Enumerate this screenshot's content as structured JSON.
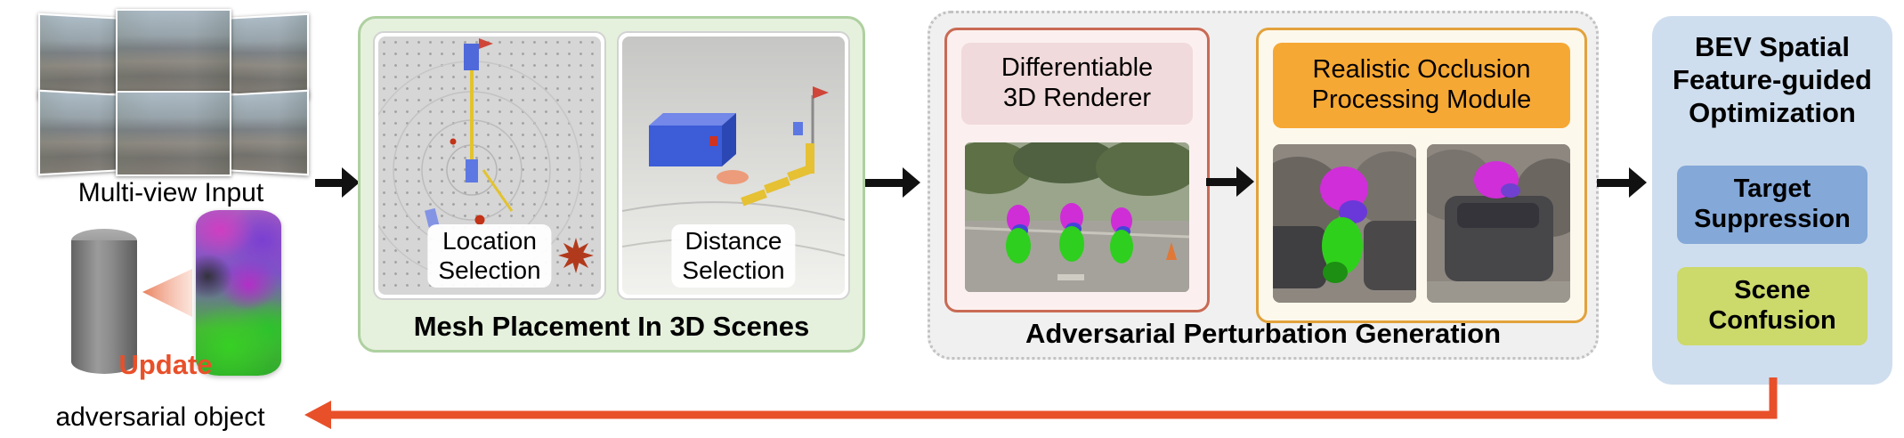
{
  "figure": {
    "multiview_label": "Multi-view Input",
    "update_label": "Update",
    "adversarial_caption": "adversarial object"
  },
  "mesh_placement": {
    "title": "Mesh Placement In 3D Scenes",
    "location_label": "Location\nSelection",
    "distance_label": "Distance\nSelection"
  },
  "perturbation": {
    "title": "Adversarial Perturbation Generation",
    "renderer_label": "Differentiable\n3D Renderer",
    "occlusion_label": "Realistic Occlusion\nProcessing Module"
  },
  "bev": {
    "title": "BEV Spatial\nFeature-guided\nOptimization",
    "target_label": "Target\nSuppression",
    "scene_label": "Scene\nConfusion"
  },
  "colors": {
    "accent": "#e8502a",
    "arrow_color": "#111111",
    "green_box_bg": "#e5f1dd",
    "green_box_border": "#aed0a0",
    "panel_border": "#d2d2d2",
    "dashed_bg": "#f0f0f0",
    "dashed_border": "#c2c2c2",
    "pink_box_bg": "#fbf0ef",
    "pink_box_border": "#c96a54",
    "pink_label_bg": "#f1dadb",
    "orange_box_bg": "#fdf8ec",
    "orange_box_border": "#e2a23c",
    "orange_label_bg": "#f6a834",
    "blue_box_bg": "#cfdeee",
    "target_btn_bg": "#84a8d8",
    "scene_btn_bg": "#ccd96b",
    "star_color": "#b23a1c"
  }
}
